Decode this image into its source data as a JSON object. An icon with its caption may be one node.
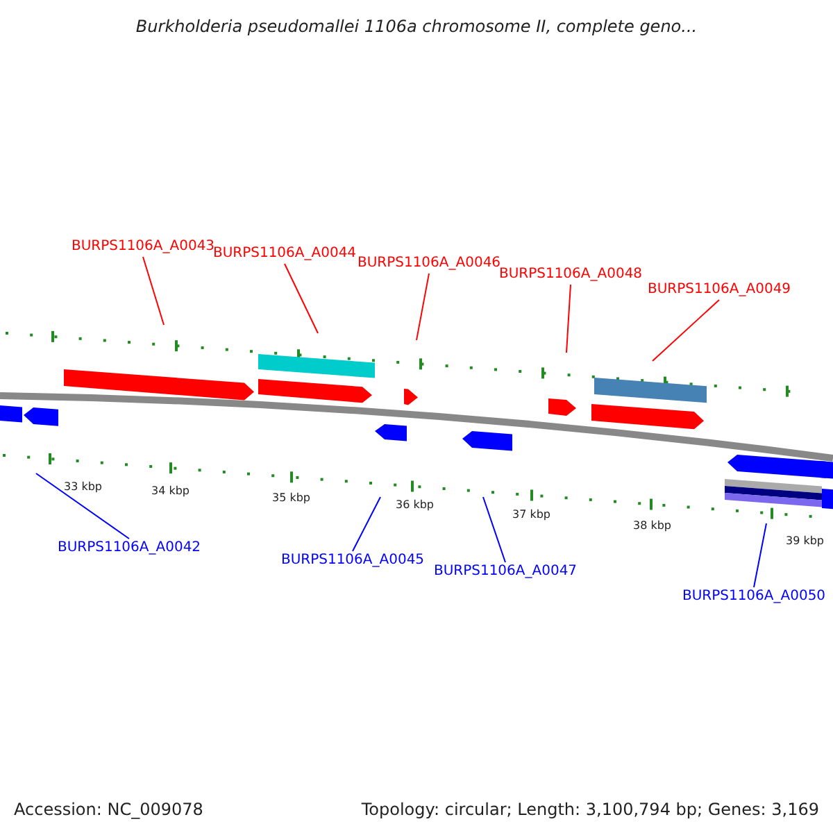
{
  "diagram": {
    "title": "Burkholderia pseudomallei 1106a chromosome II, complete geno...",
    "nodes": [
      {
        "text": [
          "BURPS1106A_A0043"
        ]
      },
      {
        "text": [
          "BURPS1106A_A0044"
        ]
      },
      {
        "text": [
          "BURPS1106A_A0046"
        ]
      },
      {
        "text": [
          "BURPS1106A_A0048"
        ]
      },
      {
        "text": [
          "BURPS1106A_A0049"
        ]
      },
      {
        "text": [
          "BURPS1106A_A0042"
        ]
      },
      {
        "text": [
          "BURPS1106A_A0045"
        ]
      },
      {
        "text": [
          "BURPS1106A_A0047"
        ]
      },
      {
        "text": [
          "BURPS1106A_A0050"
        ]
      }
    ],
    "edges": [
      {
        "from": 0,
        "to": null,
        "arrow": "none"
      },
      {
        "from": 1,
        "to": null,
        "arrow": "none"
      },
      {
        "from": 2,
        "to": null,
        "arrow": "none"
      },
      {
        "from": 3,
        "to": null,
        "arrow": "none"
      },
      {
        "from": 4,
        "to": null,
        "arrow": "none"
      },
      {
        "from": 5,
        "to": null,
        "arrow": "none",
        "color": "#0000ff"
      },
      {
        "from": 6,
        "to": null,
        "arrow": "none",
        "color": "#0000ff"
      },
      {
        "from": 7,
        "to": null,
        "arrow": "none",
        "color": "#0000ff"
      },
      {
        "from": 8,
        "to": null,
        "arrow": "none",
        "color": "#0000ff"
      }
    ],
    "labels": [
      "33 kbp",
      "34 kbp",
      "35 kbp",
      "36 kbp",
      "37 kbp",
      "38 kbp",
      "39 kbp",
      "Accession: NC_009078",
      "Topology: circular; Length: 3,100,794 bp; Genes: 3,169"
    ]
  }
}
